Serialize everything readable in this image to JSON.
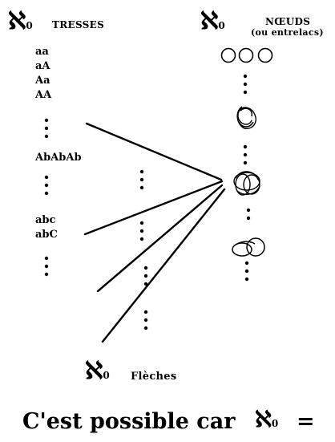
{
  "top_left": {
    "aleph": "ℵ",
    "sub": "0",
    "label": "TRESSES"
  },
  "top_right": {
    "aleph": "ℵ",
    "sub": "0",
    "label_line1": "NŒUDS",
    "label_line2": "(ou entrelacs)"
  },
  "braids": {
    "group1": [
      "aa",
      "aA",
      "Aa",
      "AA"
    ],
    "group2": "AbAbAb",
    "group3": [
      "abc",
      "abC"
    ]
  },
  "arrows_label": {
    "aleph": "ℵ",
    "sub": "0",
    "label": "Flèches"
  },
  "bottom_text": {
    "text": "C'est possible car",
    "aleph": "ℵ",
    "sub": "0",
    "eq": "="
  }
}
